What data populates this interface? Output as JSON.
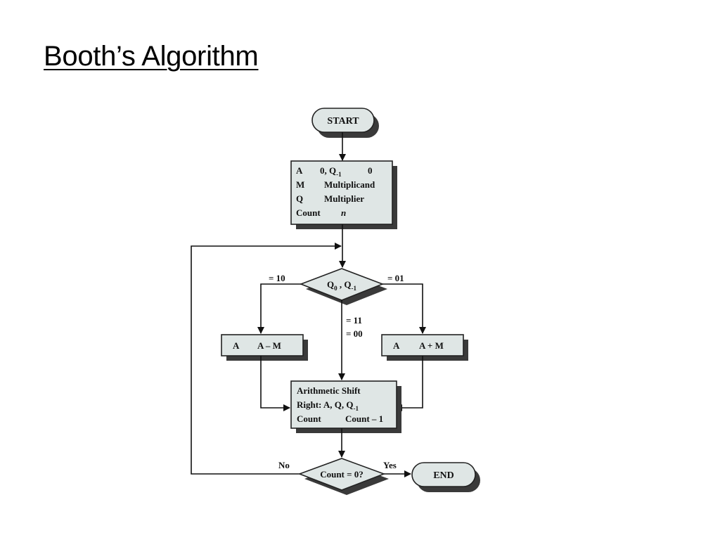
{
  "slide": {
    "title": "Booth’s Algorithm"
  },
  "flowchart": {
    "start": "START",
    "init": {
      "line1_a": "A",
      "line1_b": "0, Q",
      "line1_sub": "-1",
      "line1_c": "0",
      "line2_a": "M",
      "line2_b": "Multiplicand",
      "line3_a": "Q",
      "line3_b": "Multiplier",
      "line4_a": "Count",
      "line4_b": "n"
    },
    "decision": {
      "q0": "Q",
      "q0_sub": "0",
      "sep": " , Q",
      "q1_sub": "-1"
    },
    "edge_10": "= 10",
    "edge_01": "= 01",
    "edge_11": "= 11",
    "edge_00": "= 00",
    "subtract": {
      "a": "A",
      "b": "A – M"
    },
    "add": {
      "a": "A",
      "b": "A + M"
    },
    "shift": {
      "line1": "Arithmetic Shift",
      "line2": "Right: A, Q, Q",
      "line2_sub": "-1",
      "line3_a": "Count",
      "line3_b": "Count – 1"
    },
    "count_check": "Count = 0?",
    "no_label": "No",
    "yes_label": "Yes",
    "end": "END"
  }
}
